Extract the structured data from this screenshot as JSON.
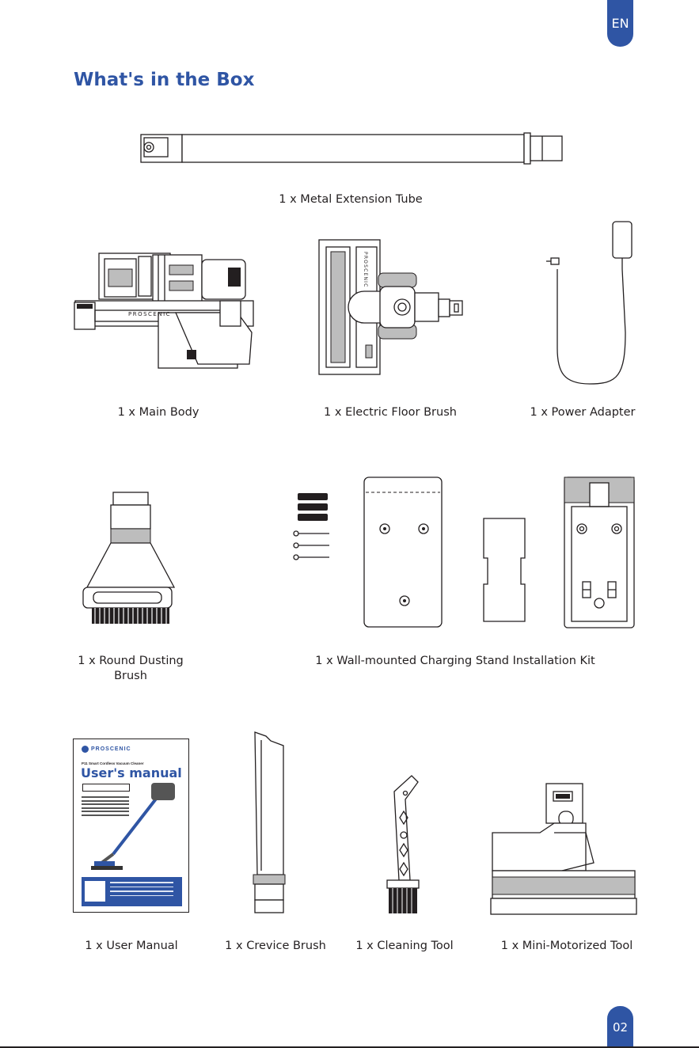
{
  "page": {
    "lang_tab": "EN",
    "page_number": "02",
    "title": "What's in the Box"
  },
  "items": {
    "tube": "1 x Metal Extension Tube",
    "main_body": "1 x Main Body",
    "floor_brush": "1 x Electric Floor Brush",
    "adapter": "1 x Power Adapter",
    "dusting_brush_line1": "1 x Round Dusting",
    "dusting_brush_line2": "Brush",
    "wall_kit": "1 x Wall-mounted Charging Stand Installation Kit",
    "manual": "1 x User Manual",
    "crevice": "1 x Crevice Brush",
    "cleaning_tool": "1 x Cleaning Tool",
    "mini_tool": "1 x Mini-Motorized Tool"
  },
  "manual_cover": {
    "brand": "PROSCENIC",
    "subtitle": "P11 Smart Cordless Vacuum Cleaner",
    "title": "User's manual"
  },
  "product_labels": {
    "body_brand": "PROSCENIC",
    "brush_brand": "PROSCENIC"
  },
  "colors": {
    "accent": "#2f55a4",
    "ink": "#231f20"
  }
}
